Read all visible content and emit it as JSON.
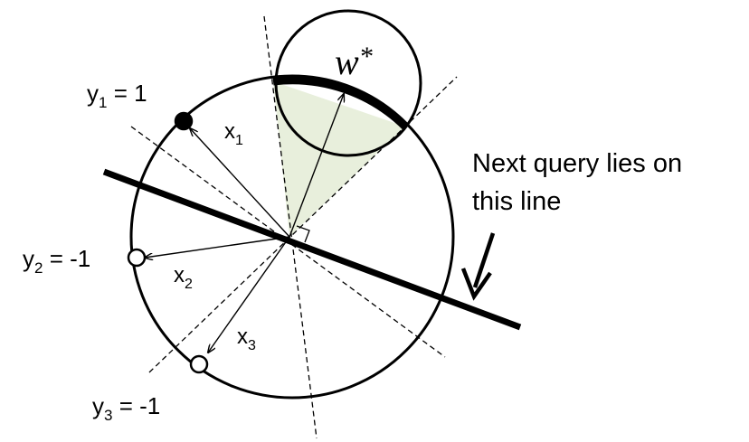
{
  "colors": {
    "stroke": "#000000",
    "background": "#ffffff",
    "wedge_fill": "#e8efdc"
  },
  "labels": {
    "w_star_symbol": "w",
    "w_star_superscript": "*",
    "y1_var": "y",
    "y1_sub": "1",
    "y1_value": " = 1",
    "y2_var": "y",
    "y2_sub": "2",
    "y2_value": " = -1",
    "y3_var": "y",
    "y3_sub": "3",
    "y3_value": " = -1",
    "x1_var": "x",
    "x1_sub": "1",
    "x2_var": "x",
    "x2_sub": "2",
    "x3_var": "x",
    "x3_sub": "3",
    "annotation_line1": "Next query lies on",
    "annotation_line2": "this line"
  },
  "points": [
    {
      "name": "x1",
      "label": "y1 = 1",
      "marker": "filled"
    },
    {
      "name": "x2",
      "label": "y2 = -1",
      "marker": "open"
    },
    {
      "name": "x3",
      "label": "y3 = -1",
      "marker": "open"
    }
  ]
}
